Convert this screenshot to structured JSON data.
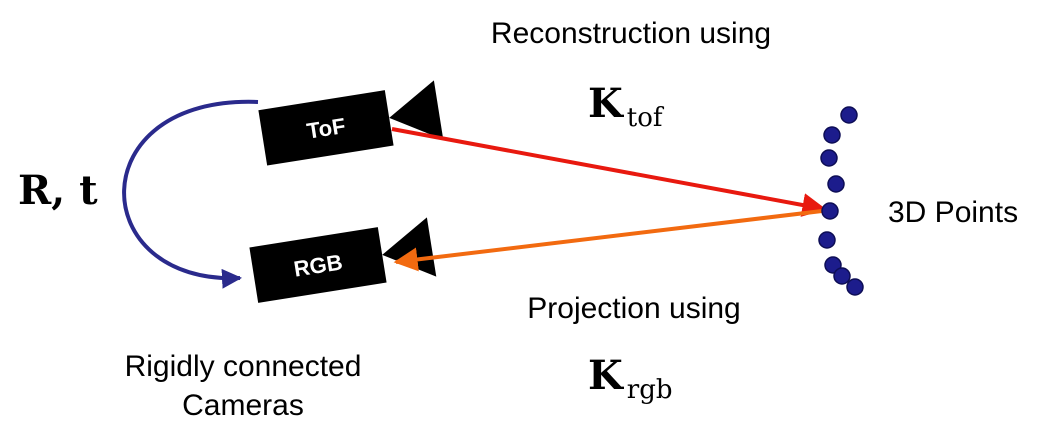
{
  "diagram": {
    "tof_label": "ToF",
    "rgb_label": "RGB",
    "reconstruction_text": "Reconstruction using",
    "k_tof_symbol": "K",
    "k_tof_sub": "tof",
    "projection_text": "Projection using",
    "k_rgb_symbol": "K",
    "k_rgb_sub": "rgb",
    "rt_text": "R, t",
    "points_label": "3D Points",
    "rigid_line1": "Rigidly connected",
    "rigid_line2": "Cameras"
  },
  "colors": {
    "reconstruction_arrow": "#e8190f",
    "projection_arrow": "#f26a10",
    "rigid_arc": "#2a2a8c",
    "points": "#1c1c8c",
    "camera_body": "#000000"
  }
}
